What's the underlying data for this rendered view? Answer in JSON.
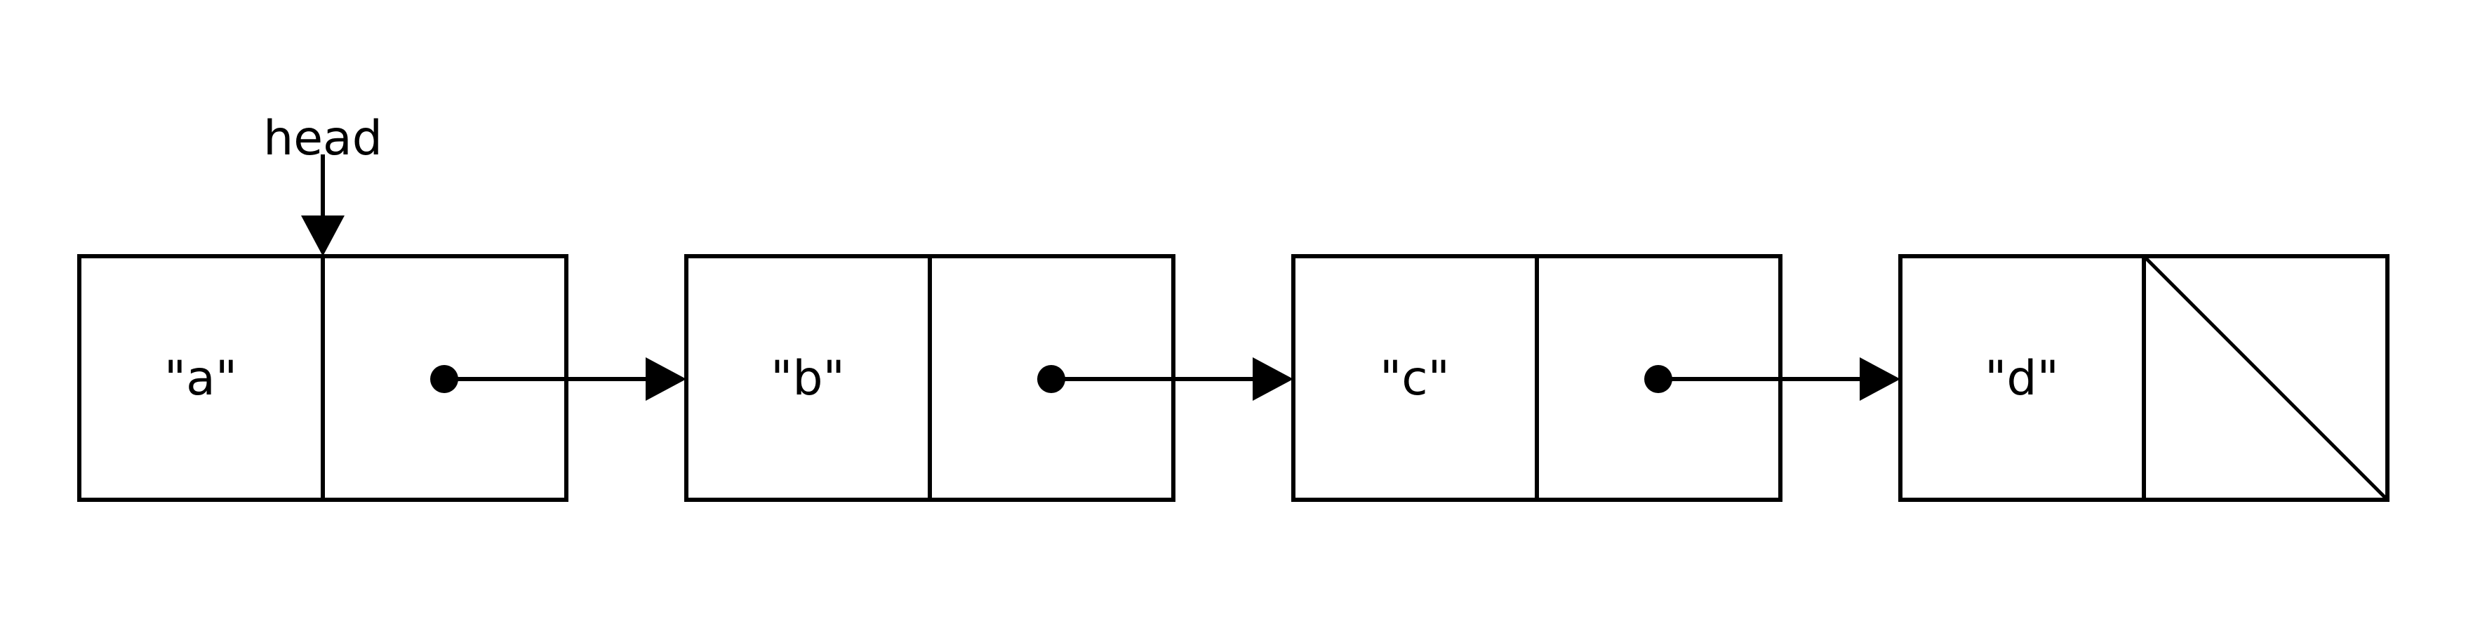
{
  "head_label": "head",
  "nodes": [
    {
      "value": "\"a\"",
      "next": "pointer"
    },
    {
      "value": "\"b\"",
      "next": "pointer"
    },
    {
      "value": "\"c\"",
      "next": "pointer"
    },
    {
      "value": "\"d\"",
      "next": "null"
    }
  ],
  "colors": {
    "stroke": "#000000",
    "background": "#ffffff"
  }
}
